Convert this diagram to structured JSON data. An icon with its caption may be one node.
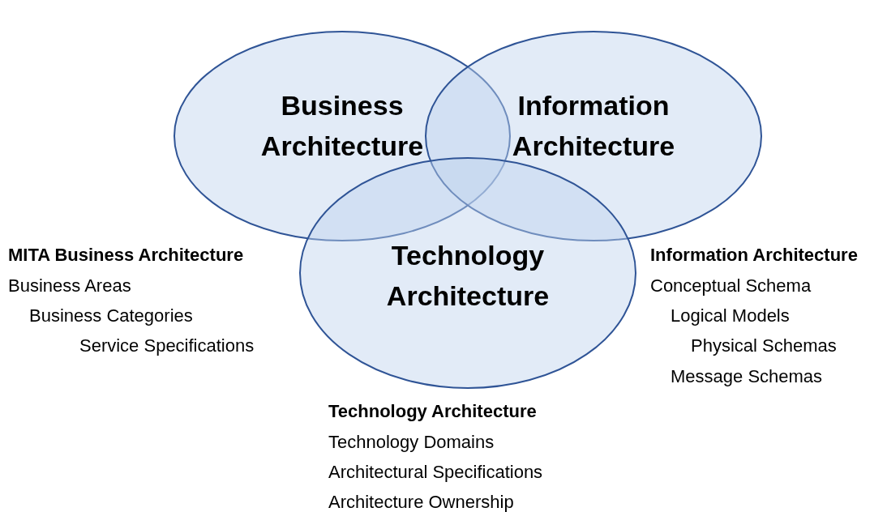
{
  "diagram": {
    "nodes": [
      {
        "text": [
          "Business Architecture"
        ]
      },
      {
        "text": [
          "Information Architecture"
        ]
      },
      {
        "text": [
          "Technology Architecture"
        ]
      }
    ],
    "labels": [
      "MITA Business Architecture",
      "Business Areas",
      "Business Categories",
      "Service Specifications",
      "Information Architecture",
      "Conceptual Schema",
      "Logical Models",
      "Physical Schemas",
      "Message Schemas",
      "Technology Architecture",
      "Technology Domains",
      "Architectural Specifications",
      "Architecture Ownership"
    ]
  }
}
